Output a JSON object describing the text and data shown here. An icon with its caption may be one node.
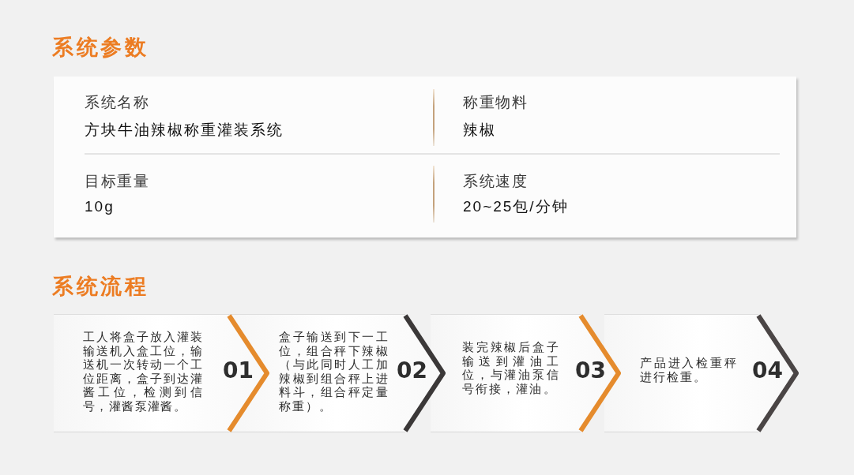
{
  "diagram": {
    "nodes": [
      {
        "text": [
          "工人将盒子放入灌装输送机入盒工位，输送机一次转动一个工位距离，盒子到达灌酱工位，检测到信号，灌酱泵灌酱。",
          "01"
        ]
      },
      {
        "text": [
          "盒子输送到下一工位，组合秤下辣椒（与此同时人工加辣椒到组合秤上进料斗，组合秤定量称重）。",
          "02"
        ]
      },
      {
        "text": [
          "装完辣椒后盒子输送到灌油工位，与灌油泵信号衔接，灌油。",
          "03"
        ]
      },
      {
        "text": [
          "产品进入检重秤进行检重。",
          "04"
        ]
      }
    ],
    "labels": [
      "系统参数",
      "系统名称",
      "方块牛油辣椒称重灌装系统",
      "称重物料",
      "辣椒",
      "目标重量",
      "10g",
      "系统速度",
      "20~25包/分钟",
      "系统流程"
    ]
  }
}
